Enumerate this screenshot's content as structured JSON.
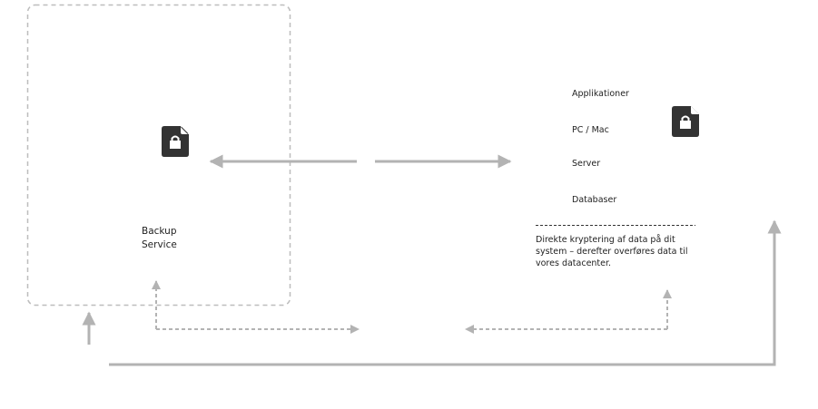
{
  "backup": {
    "line1": "Backup",
    "line2": "Service"
  },
  "sources": [
    "Applikationer",
    "PC / Mac",
    "Server",
    "Databaser"
  ],
  "description": "Direkte kryptering af data på dit system – derefter overføres data til vores datacenter.",
  "colors": {
    "arrow": "#b3b3b3",
    "icon": "#333333",
    "border": "#bdbdbd"
  }
}
